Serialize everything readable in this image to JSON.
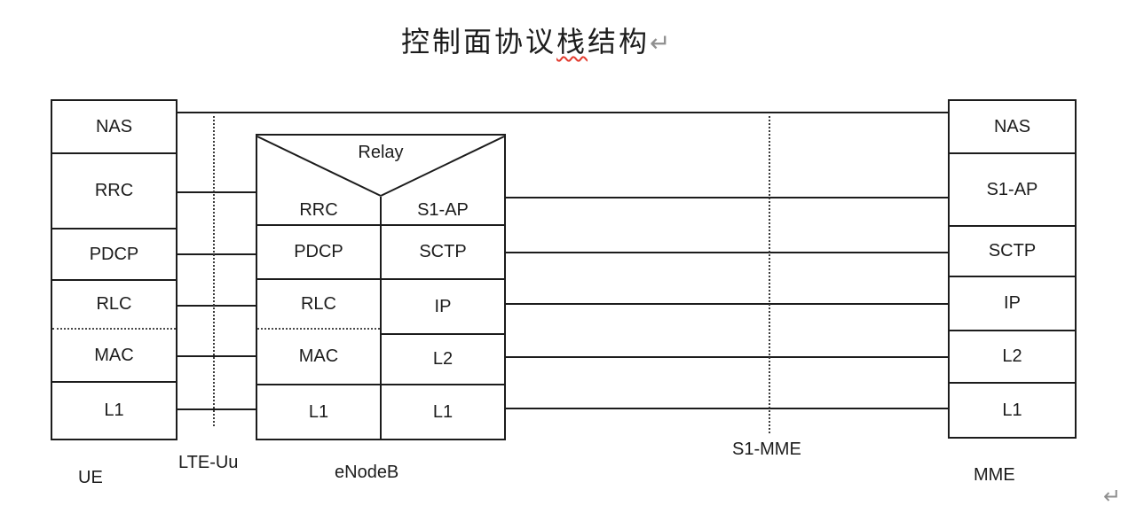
{
  "page": {
    "paragraph_mark": "↵"
  },
  "title": {
    "pre": "控制面协议",
    "misspelled": "栈",
    "post": "结构",
    "paragraph_mark": "↵"
  },
  "stacks": {
    "ue": {
      "label": "UE",
      "layers": [
        "NAS",
        "RRC",
        "PDCP",
        "RLC",
        "MAC",
        "L1"
      ]
    },
    "enodeb": {
      "label": "eNodeB",
      "relay_label": "Relay",
      "left_layers": [
        "RRC",
        "PDCP",
        "RLC",
        "MAC",
        "L1"
      ],
      "right_layers": [
        "S1-AP",
        "SCTP",
        "IP",
        "L2",
        "L1"
      ]
    },
    "mme": {
      "label": "MME",
      "layers": [
        "NAS",
        "S1-AP",
        "SCTP",
        "IP",
        "L2",
        "L1"
      ]
    }
  },
  "interfaces": {
    "left_label": "LTE-Uu",
    "right_label": "S1-MME"
  },
  "colors": {
    "line": "#1c1c1c",
    "text": "#1c1c1c",
    "spellcheck_underline": "#e23b2e",
    "paragraph_mark": "#8f8f8f"
  }
}
